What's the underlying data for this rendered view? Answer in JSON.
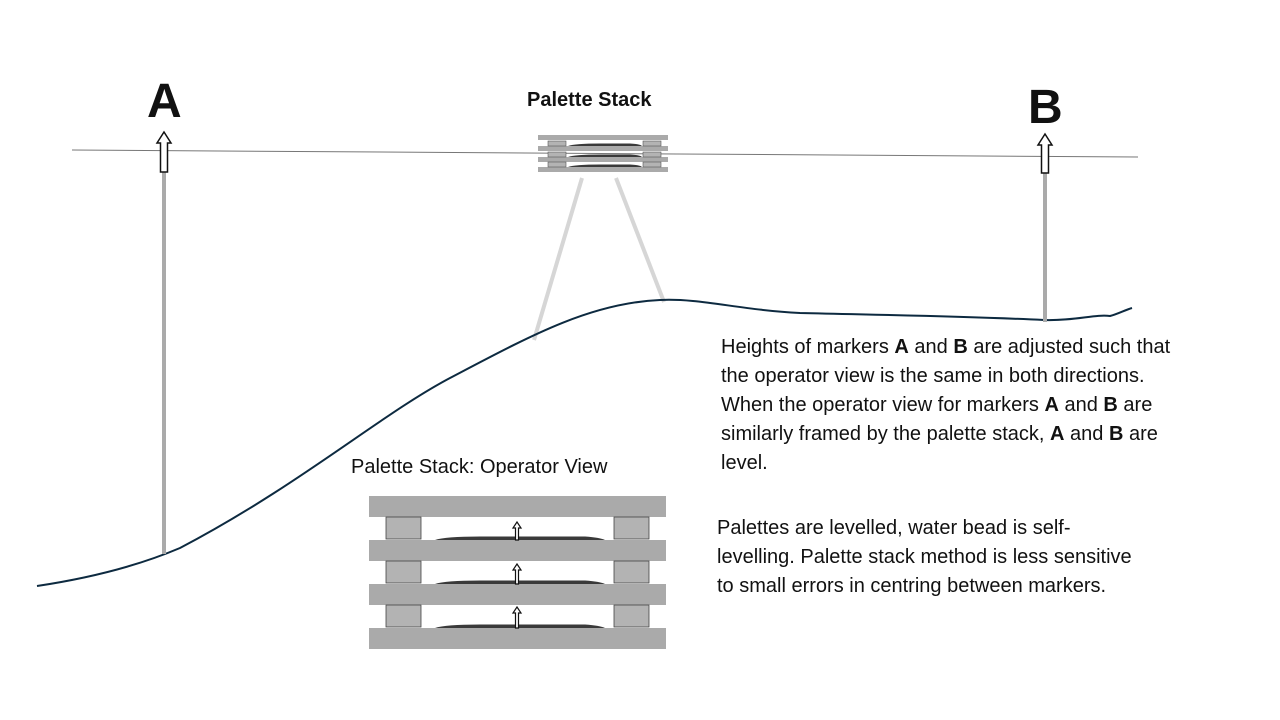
{
  "labels": {
    "marker_a": "A",
    "marker_b": "B",
    "stack_title": "Palette Stack",
    "operator_view_title": "Palette Stack: Operator View"
  },
  "paragraph1": [
    {
      "text": "Heights of markers ",
      "bold": false
    },
    {
      "text": "A",
      "bold": true
    },
    {
      "text": " and ",
      "bold": false
    },
    {
      "text": "B",
      "bold": true
    },
    {
      "text": " are adjusted such that the operator view is the same in both directions.  When the operator view for markers ",
      "bold": false
    },
    {
      "text": "A",
      "bold": true
    },
    {
      "text": " and ",
      "bold": false
    },
    {
      "text": "B",
      "bold": true
    },
    {
      "text": " are similarly framed by the palette stack, ",
      "bold": false
    },
    {
      "text": "A",
      "bold": true
    },
    {
      "text": " and ",
      "bold": false
    },
    {
      "text": "B",
      "bold": true
    },
    {
      "text": " are level.",
      "bold": false
    }
  ],
  "paragraph2": "Palettes are levelled, water bead is self-levelling.  Palette stack method is less sensitive to small errors in centring between markers.",
  "colors": {
    "ground": "#0d2a40",
    "pole": "#aaaaaa",
    "plank": "#aaaaaa",
    "block": "#b3b3b3",
    "bead": "#3a3a3a",
    "sightline": "#777777",
    "zoom_lines": "#d6d6d6"
  }
}
